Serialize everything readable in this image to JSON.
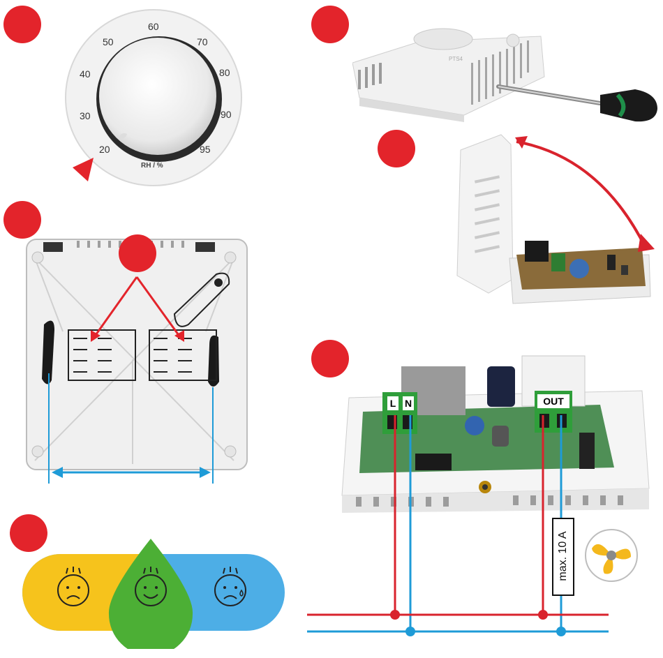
{
  "colors": {
    "accent_red": "#e3242b",
    "wire_blue": "#1e9bd7",
    "wire_red": "#d9232d",
    "yellow": "#f6c31c",
    "green": "#4caf35",
    "sky": "#4daee6"
  },
  "dial": {
    "scale": [
      "20",
      "30",
      "40",
      "50",
      "60",
      "70",
      "80",
      "90",
      "95"
    ],
    "unit_label": "RH / %"
  },
  "device": {
    "housing_label": "PTS4"
  },
  "wiring": {
    "terminal_l": "L",
    "terminal_n": "N",
    "terminal_out": "OUT",
    "max_current": "max. 10 A"
  },
  "icons": [
    "fan-icon",
    "sad-face-icon",
    "happy-face-icon",
    "sweaty-face-icon",
    "screwdriver-icon"
  ]
}
